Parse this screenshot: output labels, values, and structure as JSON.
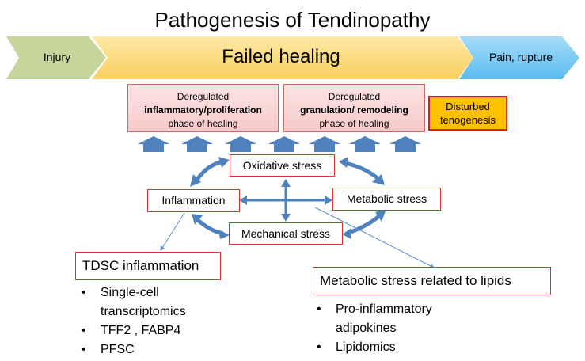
{
  "title": "Pathogenesis of Tendinopathy",
  "banner": {
    "injury": "Injury",
    "failed": "Failed healing",
    "pain": "Pain, rupture"
  },
  "phases": [
    {
      "line1": "Deregulated",
      "line2": "inflammatory/proliferation",
      "line3": "phase of healing"
    },
    {
      "line1": "Deregulated",
      "line2": "granulation/ remodeling",
      "line3": "phase of healing"
    }
  ],
  "disturbed": {
    "line1": "Disturbed",
    "line2": "tenogenesis"
  },
  "stresses": {
    "oxidative": "Oxidative stress",
    "inflammation": "Inflammation",
    "metabolic": "Metabolic stress",
    "mechanical": "Mechanical stress"
  },
  "tdsc": {
    "title": "TDSC inflammation",
    "bullets": [
      "Single-cell transcriptomics",
      "TFF2 , FABP4",
      "PFSC"
    ]
  },
  "lipids": {
    "title": "Metabolic stress related to lipids",
    "bullets": [
      "Pro-inflammatory adipokines",
      "Lipidomics"
    ]
  },
  "colors": {
    "injury": "#c5d59b",
    "failed": "#fbd77a",
    "pain": "#79c9f3",
    "arrow_blue": "#4f81bd",
    "box_border": "#e03030"
  }
}
